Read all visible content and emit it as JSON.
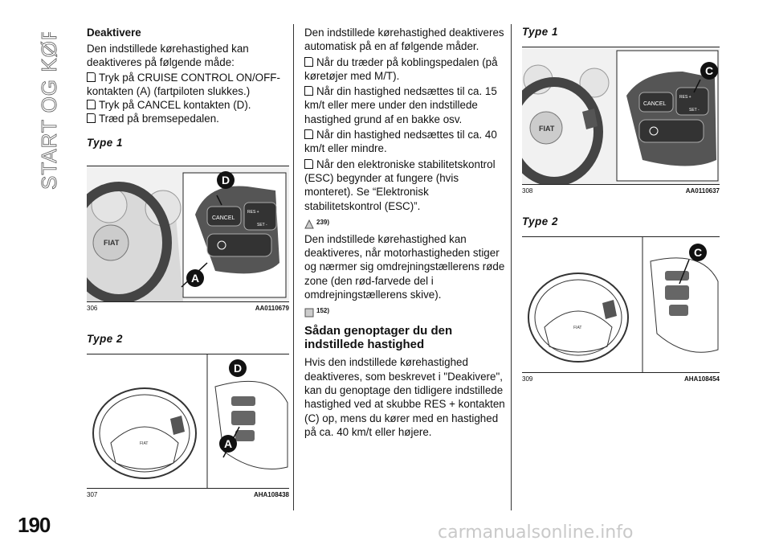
{
  "section_title": "START OG KØRSEL",
  "page_number": "190",
  "watermark": "carmanualsonline.info",
  "col1": {
    "heading": "Deaktivere",
    "intro": "Den indstillede kørehastighed kan deaktiveres på følgende måde:",
    "bullets": [
      "Tryk på CRUISE CONTROL ON/OFF-kontakten (A) (fartpiloten slukkes.)",
      "Tryk på CANCEL kontakten (D).",
      "Træd på bremsepedalen."
    ],
    "type1": "Type 1",
    "fig306": {
      "num": "306",
      "code": "AA0110679",
      "badge_top": "D",
      "badge_bottom": "A",
      "btn_cancel": "CANCEL",
      "btn_res": "RES +",
      "btn_set": "SET -"
    },
    "type2": "Type 2",
    "fig307": {
      "num": "307",
      "code": "AHA108438",
      "badge_top": "D",
      "badge_bottom": "A"
    }
  },
  "col2": {
    "intro": "Den indstillede kørehastighed deaktiveres automatisk på en af følgende måder.",
    "bullets": [
      "Når du træder på koblingspedalen (på køretøjer med M/T).",
      "Når din hastighed nedsættes til ca. 15 km/t eller mere under den indstillede hastighed grund af en bakke osv.",
      "Når din hastighed nedsættes til ca. 40 km/t eller mindre.",
      "Når den elektroniske stabilitetskontrol (ESC) begynder at fungere (hvis monteret). Se “Elektronisk stabilitetskontrol (ESC)”."
    ],
    "note1": "239)",
    "para2": "Den indstillede kørehastighed kan deaktiveres, når motorhastigheden stiger og nærmer sig omdrejningstællerens røde zone (den rød-farvede del i omdrejningstællerens skive).",
    "note2": "152)",
    "heading": "Sådan genoptager du den indstillede hastighed",
    "para3": "Hvis den indstillede kørehastighed deaktiveres, som beskrevet i \"Deakivere\", kan du genoptage den tidligere indstillede hastighed ved at skubbe RES + kontakten (C) op, mens du kører med en hastighed på ca. 40 km/t eller højere."
  },
  "col3": {
    "type1": "Type 1",
    "fig308": {
      "num": "308",
      "code": "AA0110637",
      "badge": "C",
      "btn_cancel": "CANCEL",
      "btn_res": "RES +",
      "btn_set": "SET -"
    },
    "type2": "Type 2",
    "fig309": {
      "num": "309",
      "code": "AHA108454",
      "badge": "C"
    }
  }
}
